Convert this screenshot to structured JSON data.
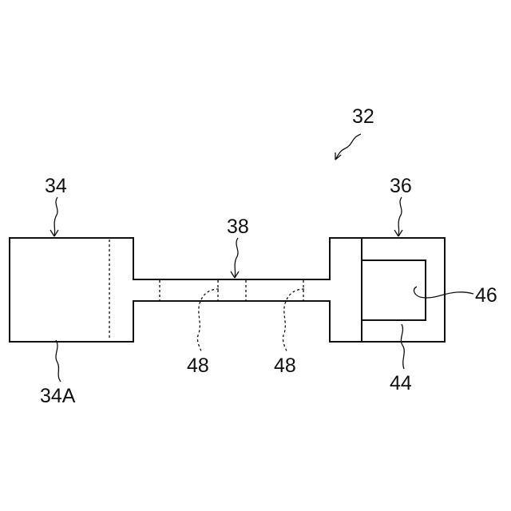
{
  "labels": {
    "assembly": "32",
    "left_block": "34",
    "left_block_region": "34A",
    "right_block": "36",
    "neck": "38",
    "right_block_body": "44",
    "right_block_recess": "46",
    "neck_marks": [
      "48",
      "48"
    ]
  }
}
